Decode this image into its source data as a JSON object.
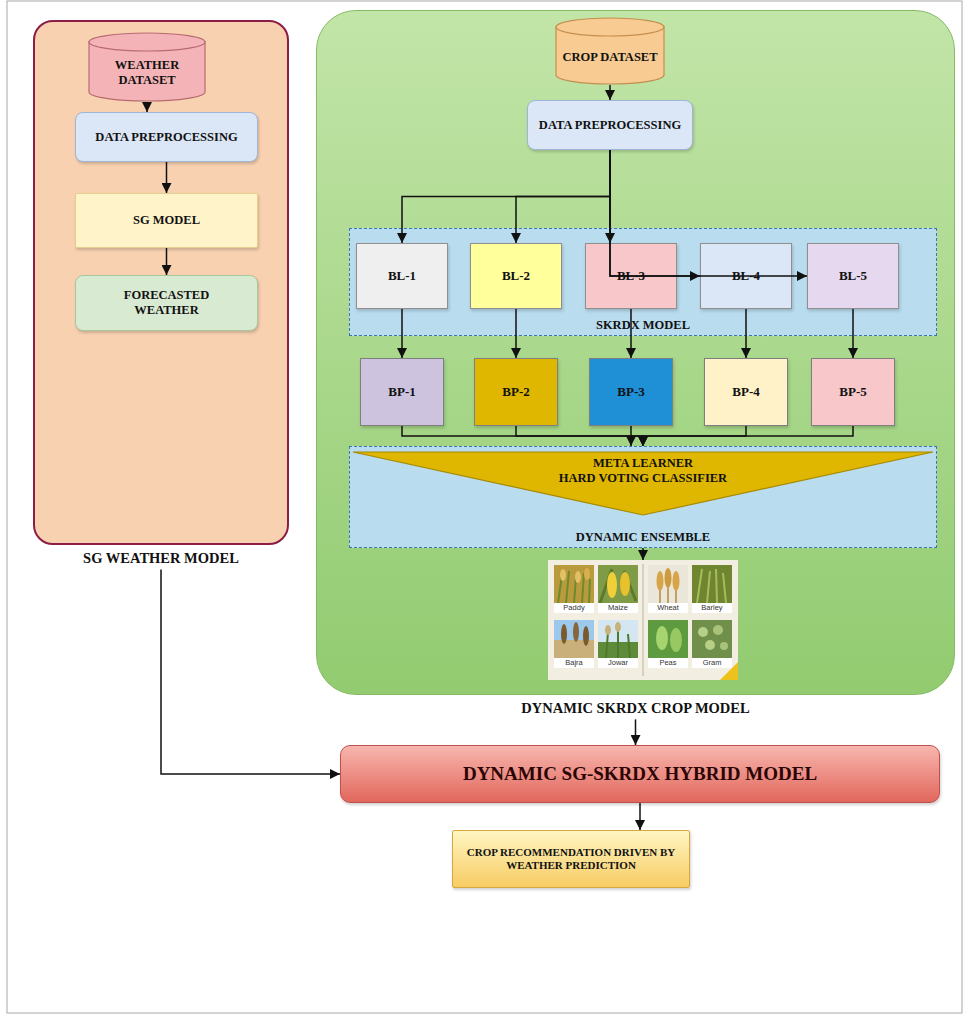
{
  "diagram": {
    "nodes": [
      {
        "text": [
          "SG WEATHER MODEL"
        ]
      },
      {
        "text": [
          "WEATHER DATASET"
        ],
        "in": 0
      },
      {
        "text": [
          "DATA PREPROCESSING"
        ],
        "in": 0
      },
      {
        "text": [
          "SG MODEL"
        ],
        "in": 0
      },
      {
        "text": [
          "FORECASTED WEATHER"
        ],
        "in": 0
      },
      {
        "text": [
          "DYNAMIC SKRDX CROP MODEL"
        ]
      },
      {
        "text": [
          "CROP DATASET"
        ],
        "in": 5
      },
      {
        "text": [
          "DATA PREPROCESSING"
        ],
        "in": 5
      },
      {
        "text": [
          "SKRDX MODEL"
        ],
        "in": 5
      },
      {
        "text": [
          "BL-1"
        ],
        "in": 8
      },
      {
        "text": [
          "BL-2"
        ],
        "in": 8
      },
      {
        "text": [
          "BL-3"
        ],
        "in": 8
      },
      {
        "text": [
          "BL-4"
        ],
        "in": 8
      },
      {
        "text": [
          "BL-5"
        ],
        "in": 8
      },
      {
        "text": [
          "BP-1"
        ],
        "in": 5
      },
      {
        "text": [
          "BP-2"
        ],
        "in": 5
      },
      {
        "text": [
          "BP-3"
        ],
        "in": 5
      },
      {
        "text": [
          "BP-4"
        ],
        "in": 5
      },
      {
        "text": [
          "BP-5"
        ],
        "in": 5
      },
      {
        "text": [
          "DYNAMIC ENSEMBLE"
        ],
        "in": 5
      },
      {
        "text": [
          "META LEARNER",
          "HARD VOTING CLASSIFIER"
        ],
        "in": 19
      },
      {
        "text": [
          "Paddy",
          "Maize",
          "Wheat",
          "Barley",
          "Bajra",
          "Jowar",
          "Peas",
          "Gram"
        ],
        "in": 5
      },
      {
        "text": [
          "DYNAMIC SG-SKRDX HYBRID MODEL"
        ]
      },
      {
        "text": [
          "CROP RECOMMENDATION DRIVEN BY WEATHER PREDICTION"
        ]
      }
    ],
    "edges": [
      {
        "from": 1,
        "to": 2,
        "arrow": "to"
      },
      {
        "from": 2,
        "to": 3,
        "arrow": "to"
      },
      {
        "from": 3,
        "to": 4,
        "arrow": "to"
      },
      {
        "from": 0,
        "to": 22,
        "arrow": "to"
      },
      {
        "from": 6,
        "to": 7,
        "arrow": "to"
      },
      {
        "from": 7,
        "to": 9,
        "arrow": "to"
      },
      {
        "from": 7,
        "to": 10,
        "arrow": "to"
      },
      {
        "from": 7,
        "to": 11,
        "arrow": "to"
      },
      {
        "from": 7,
        "to": 12,
        "arrow": "to"
      },
      {
        "from": 7,
        "to": 13,
        "arrow": "to"
      },
      {
        "from": 9,
        "to": 14,
        "arrow": "to"
      },
      {
        "from": 10,
        "to": 15,
        "arrow": "to"
      },
      {
        "from": 11,
        "to": 16,
        "arrow": "to"
      },
      {
        "from": 12,
        "to": 17,
        "arrow": "to"
      },
      {
        "from": 13,
        "to": 18,
        "arrow": "to"
      },
      {
        "from": 14,
        "to": 19,
        "arrow": "to"
      },
      {
        "from": 15,
        "to": 19,
        "arrow": "to"
      },
      {
        "from": 16,
        "to": 19,
        "arrow": "to"
      },
      {
        "from": 17,
        "to": 19,
        "arrow": "to"
      },
      {
        "from": 18,
        "to": 19,
        "arrow": "to"
      },
      {
        "from": 19,
        "to": 21,
        "arrow": "to"
      },
      {
        "from": 5,
        "to": 22,
        "arrow": "to"
      },
      {
        "from": 22,
        "to": 23,
        "arrow": "to"
      }
    ]
  }
}
